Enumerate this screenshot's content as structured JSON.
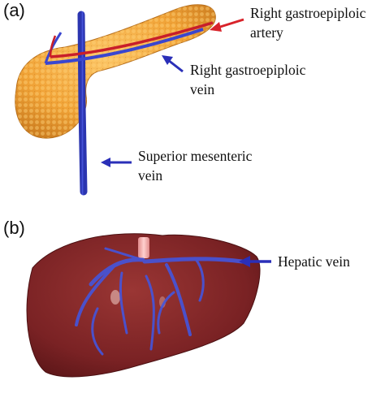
{
  "panels": {
    "a": {
      "label": "(a)",
      "organ": "pancreas-3d-model",
      "annotations": [
        {
          "lines": [
            "Right gastroepiploic",
            "artery"
          ],
          "arrow_color": "#d8232a"
        },
        {
          "lines": [
            "Right gastroepiploic",
            "vein"
          ],
          "arrow_color": "#2a2fb8"
        },
        {
          "lines": [
            "Superior mesenteric",
            "vein"
          ],
          "arrow_color": "#2a2fb8"
        }
      ]
    },
    "b": {
      "label": "(b)",
      "organ": "liver-3d-model",
      "annotations": [
        {
          "lines": [
            "Hepatic vein"
          ],
          "arrow_color": "#2a2fb8"
        }
      ]
    }
  },
  "colors": {
    "pancreas": "#f3a93c",
    "liver": "#7e2426",
    "vein": "#3340c8",
    "artery": "#c81e2a",
    "ivc": "#f2a9a9"
  }
}
